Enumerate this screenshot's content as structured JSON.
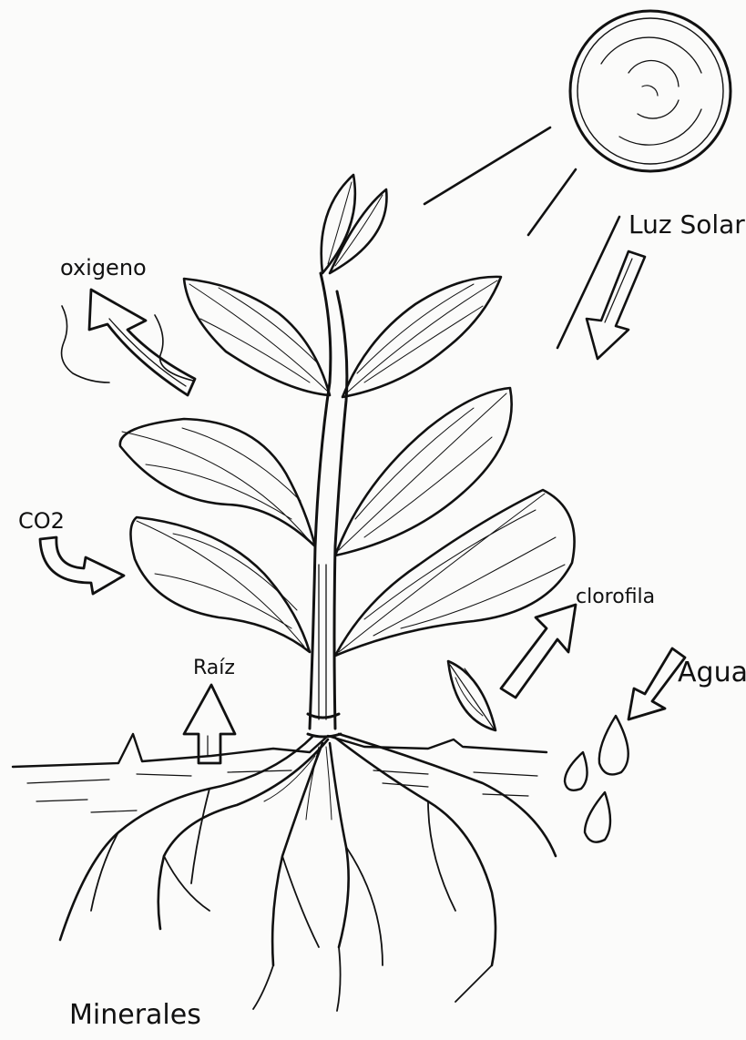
{
  "diagram": {
    "labels": {
      "sun_light": "Luz Solar",
      "oxygen": "oxigeno",
      "co2": "CO2",
      "chlorophyll": "clorofila",
      "root": "Raíz",
      "water": "Agua",
      "minerals": "Minerales"
    },
    "colors": {
      "ink": "#111111",
      "paper": "#fbfbfa"
    },
    "icons": [
      "sun-icon",
      "water-drop-icon",
      "leaf-icon",
      "arrow-icon"
    ]
  }
}
